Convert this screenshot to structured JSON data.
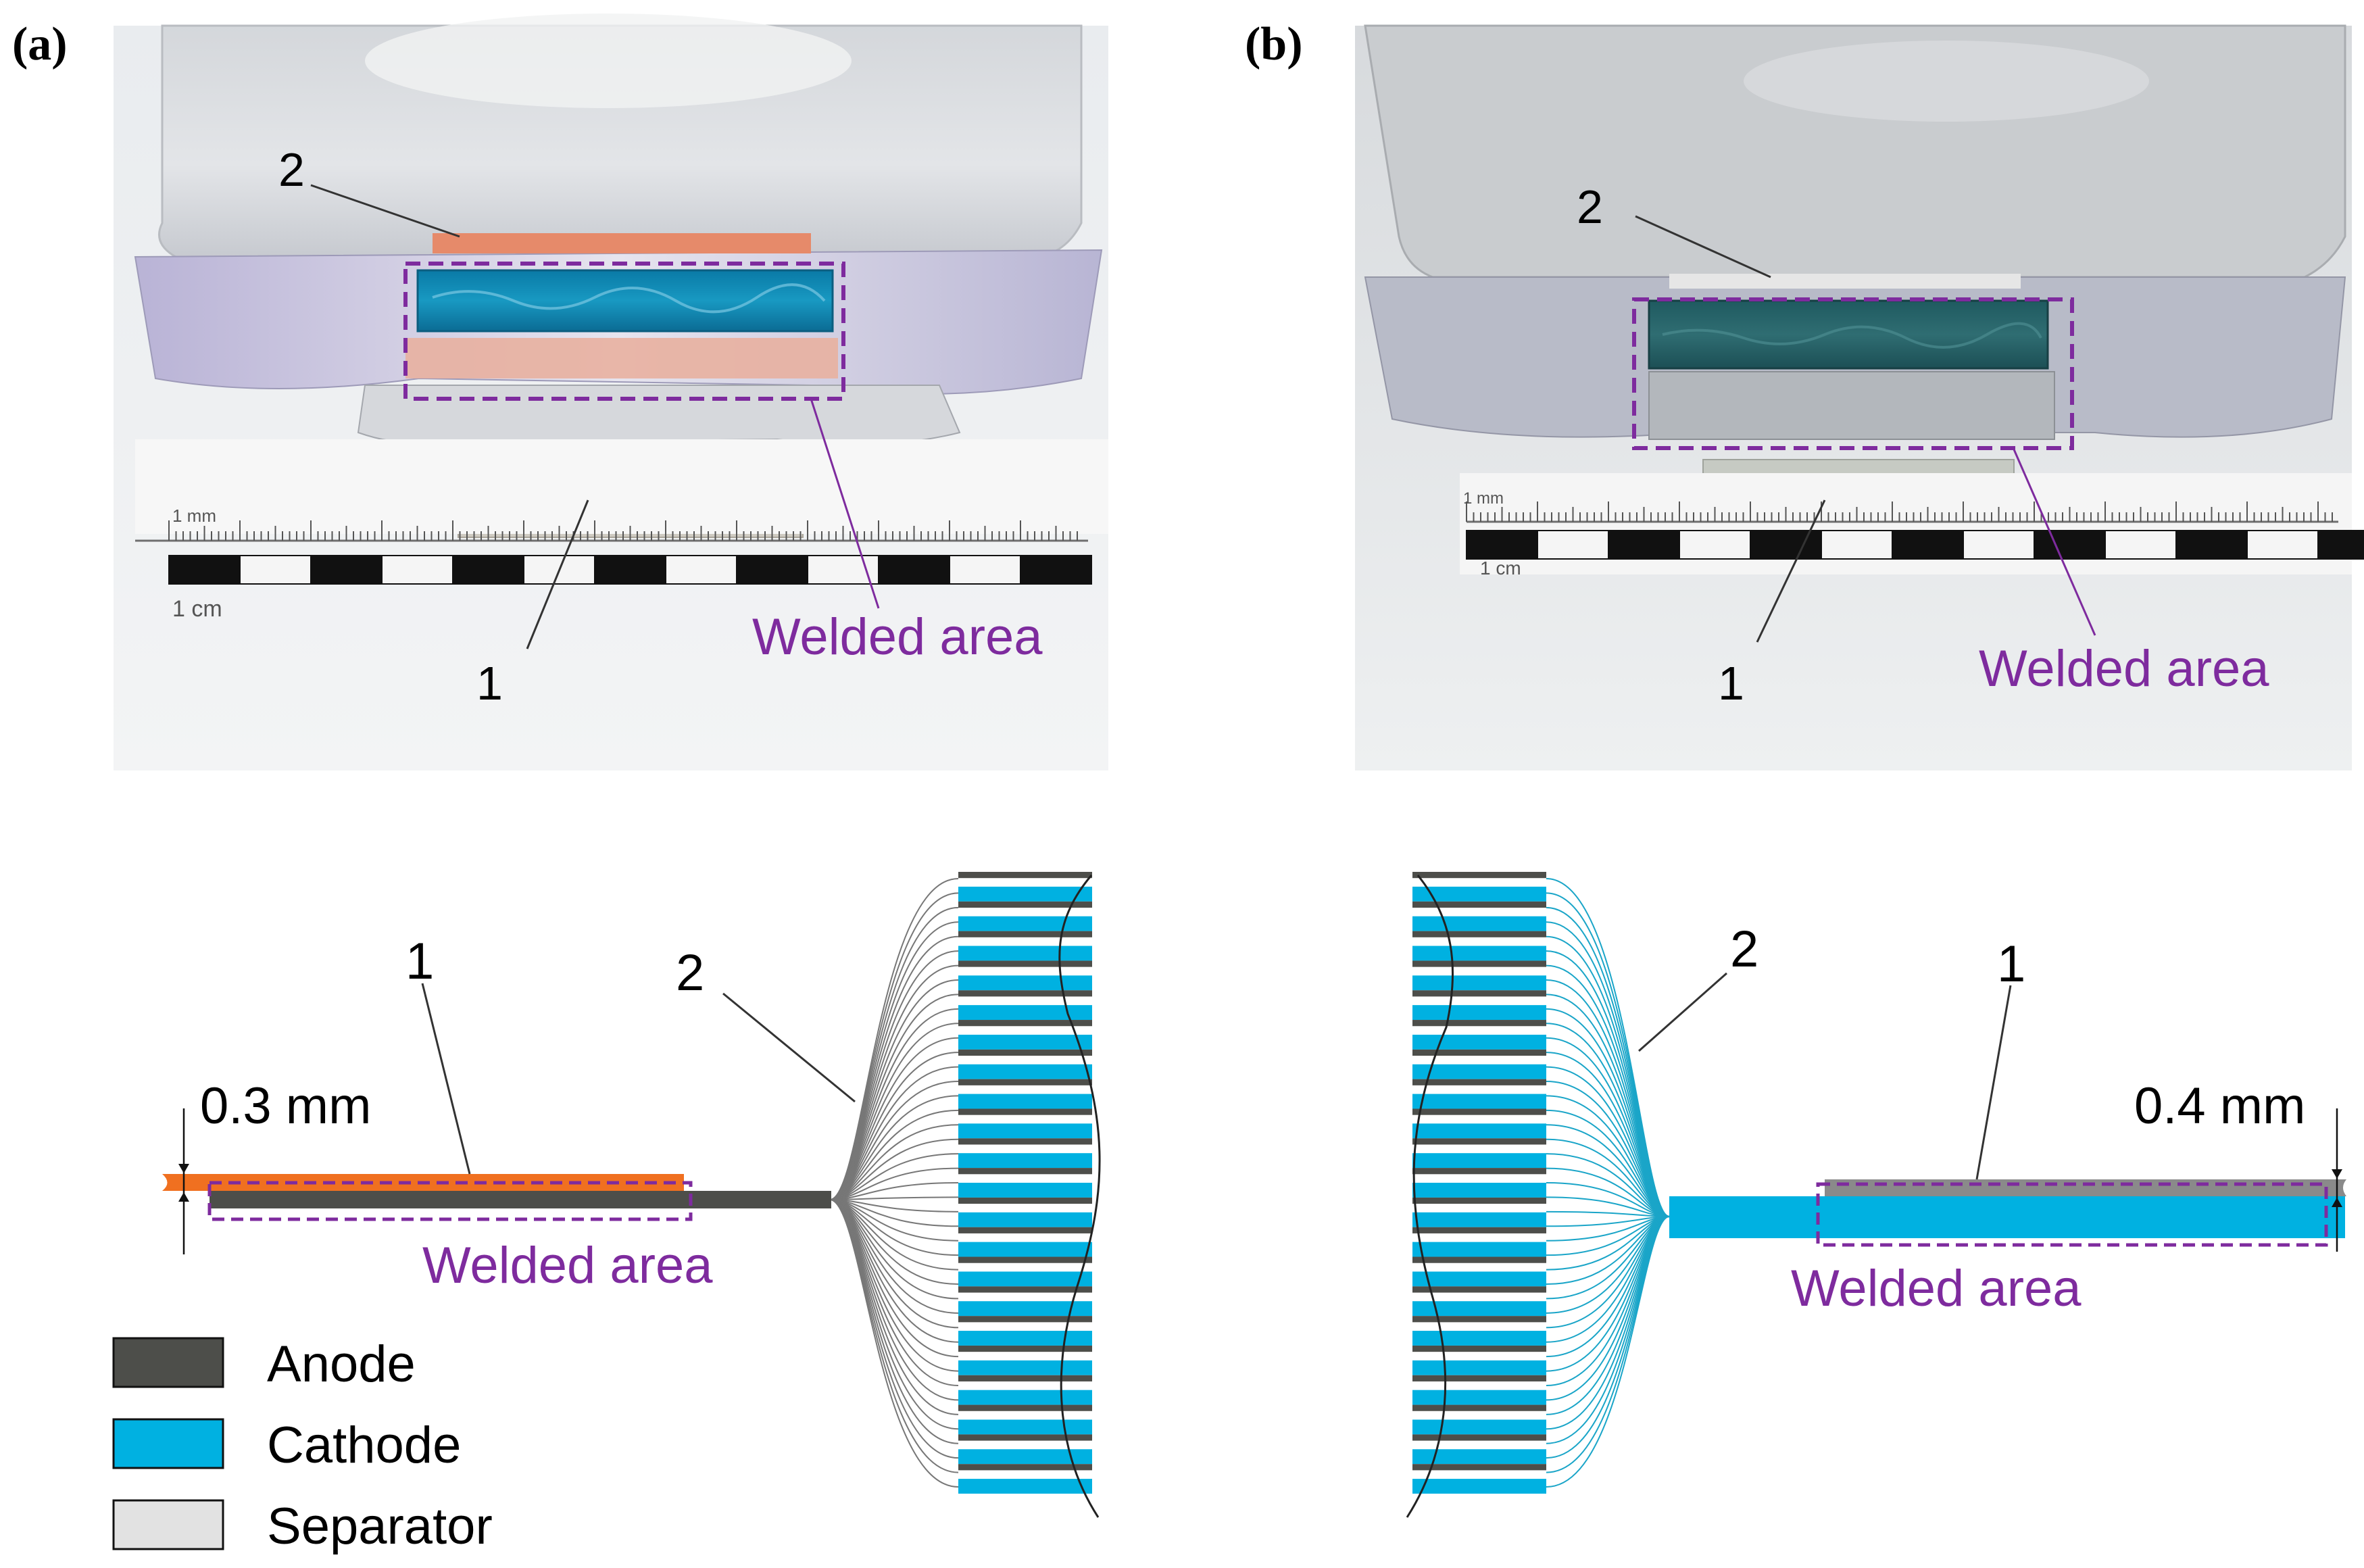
{
  "panel_a": {
    "label": "(a)",
    "photo_callout_2": "2",
    "photo_callout_1": "1",
    "photo_welded_label": "Welded area",
    "scale_mm": "1 mm",
    "scale_cm": "1 cm",
    "schema_callout_1": "1",
    "schema_callout_2": "2",
    "thickness_label": "0.3 mm",
    "schema_welded_label": "Welded area"
  },
  "panel_b": {
    "label": "(b)",
    "photo_callout_2": "2",
    "photo_callout_1": "1",
    "photo_welded_label": "Welded area",
    "scale_mm": "1 mm",
    "scale_cm": "1 cm",
    "schema_callout_2": "2",
    "schema_callout_1": "1",
    "thickness_label": "0.4 mm",
    "schema_welded_label": "Welded area"
  },
  "legend": {
    "items": [
      {
        "label": "Anode",
        "color": "#4d4e4a"
      },
      {
        "label": "Cathode",
        "color": "#00b1e1"
      },
      {
        "label": "Separator",
        "color": "#e2e2e2"
      }
    ]
  },
  "colors": {
    "welded_outline": "#7e2b9e",
    "copper_tab": "#f07020",
    "aluminium_tab": "#8a8a8a",
    "anode": "#4d4e4a",
    "cathode": "#00b1e1"
  },
  "stack": {
    "layer_pairs": 21
  }
}
